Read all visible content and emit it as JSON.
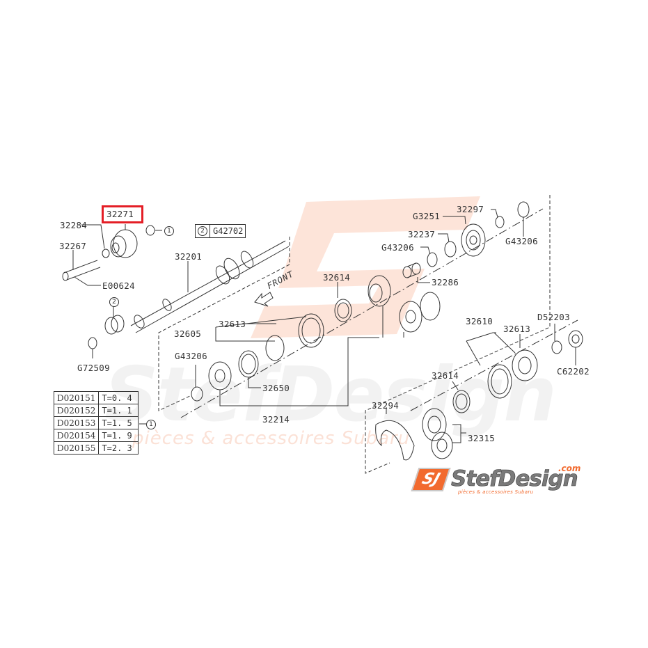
{
  "diagram": {
    "title": "Subaru transmission main shaft exploded parts diagram",
    "highlighted_part": "32271",
    "highlight_color": "#e41e26",
    "parts": {
      "p32271": "32271",
      "p32284": "32284",
      "p32267": "32267",
      "pE00624": "E00624",
      "p32201": "32201",
      "pG72509": "G72509",
      "p32605": "32605",
      "p32613a": "32613",
      "p32614a": "32614",
      "pG43206a": "G43206",
      "p32650": "32650",
      "p32214": "32214",
      "pG3251": "G3251",
      "p32297": "32297",
      "p32237": "32237",
      "pG43206b": "G43206",
      "pG43206c": "G43206",
      "p32286": "32286",
      "p32610": "32610",
      "p32613b": "32613",
      "pD52203": "D52203",
      "pC62202": "C62202",
      "p32614b": "32614",
      "p32294": "32294",
      "p32315": "32315"
    },
    "callouts": {
      "c1": "1",
      "c2": "2"
    },
    "reference_box": {
      "callout": "2",
      "part": "G42702"
    },
    "front_label": "FRONT",
    "thickness_table": {
      "callout": "1",
      "rows": [
        {
          "part": "D020151",
          "thickness": "T=0. 4"
        },
        {
          "part": "D020152",
          "thickness": "T=1. 1"
        },
        {
          "part": "D020153",
          "thickness": "T=1. 5"
        },
        {
          "part": "D020154",
          "thickness": "T=1. 9"
        },
        {
          "part": "D020155",
          "thickness": "T=2. 3"
        }
      ]
    }
  },
  "watermark": {
    "big_text": "StefDesign",
    "sub_text": "pièces & accessoires Subaru",
    "colors": {
      "orange": "#f26a2e",
      "gray": "#e9e9e9"
    }
  },
  "logo": {
    "badge": "SJ",
    "name": "StefDesign",
    "domain": ".com",
    "tagline": "pièces & accessoires Subaru"
  }
}
